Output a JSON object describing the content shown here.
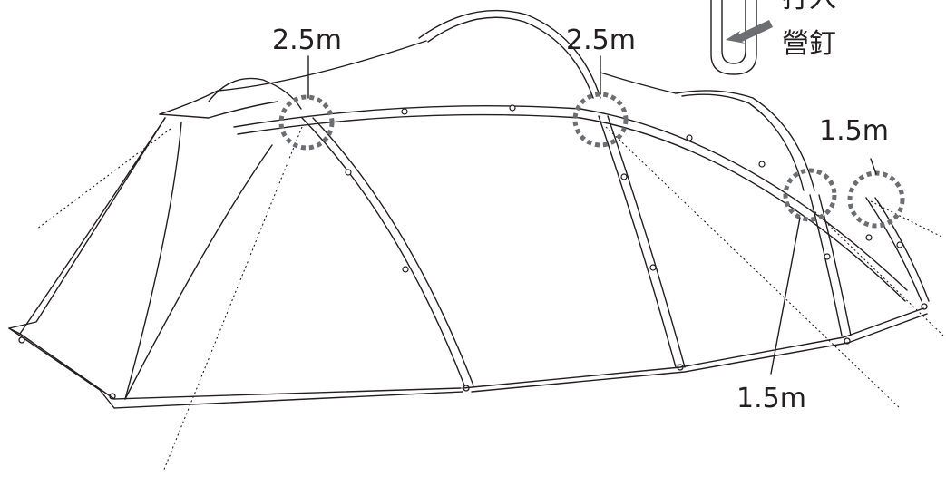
{
  "labels": {
    "front_left": "2.5m",
    "front_right": "2.5m",
    "rear_top": "1.5m",
    "rear_bottom": "1.5m"
  },
  "legend": {
    "line1": "打入",
    "line2": "營釘"
  },
  "colors": {
    "line": "#231f20",
    "marker": "#6d6e71",
    "background": "#ffffff"
  }
}
